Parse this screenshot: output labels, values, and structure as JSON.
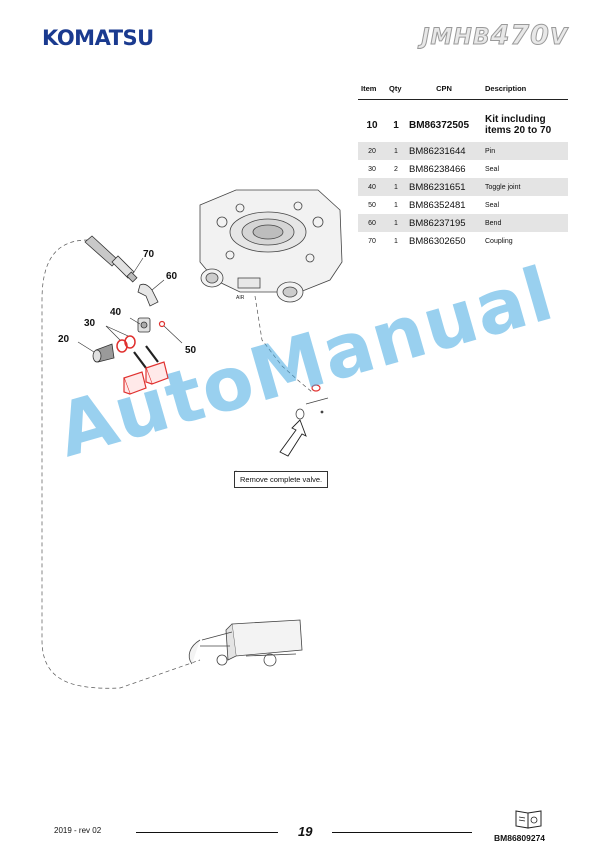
{
  "header": {
    "brand": "KOMATSU",
    "model_prefix": "JMHB",
    "model_number": "470",
    "model_suffix": "V"
  },
  "table": {
    "headers": [
      "Item",
      "Qty",
      "CPN",
      "Description"
    ],
    "rows": [
      {
        "item": "10",
        "qty": "1",
        "cpn": "BM86372505",
        "desc": "Kit including items 20 to 70"
      },
      {
        "item": "20",
        "qty": "1",
        "cpn": "BM86231644",
        "desc": "Pin"
      },
      {
        "item": "30",
        "qty": "2",
        "cpn": "BM86238466",
        "desc": "Seal"
      },
      {
        "item": "40",
        "qty": "1",
        "cpn": "BM86231651",
        "desc": "Toggle joint"
      },
      {
        "item": "50",
        "qty": "1",
        "cpn": "BM86352481",
        "desc": "Seal"
      },
      {
        "item": "60",
        "qty": "1",
        "cpn": "BM86237195",
        "desc": "Bend"
      },
      {
        "item": "70",
        "qty": "1",
        "cpn": "BM86302650",
        "desc": "Coupling"
      }
    ]
  },
  "diagram": {
    "callouts": [
      "70",
      "60",
      "40",
      "30",
      "20",
      "50"
    ],
    "air_label": "AIR",
    "note": "Remove complete valve."
  },
  "watermark": "AutoManual",
  "footer": {
    "date_rev": "2019 -  rev 02",
    "page": "19",
    "doc_code": "BM86809274"
  },
  "colors": {
    "brand_blue": "#1a3a8f",
    "highlight_red": "#e0312f",
    "watermark_blue": "#46aae1"
  }
}
